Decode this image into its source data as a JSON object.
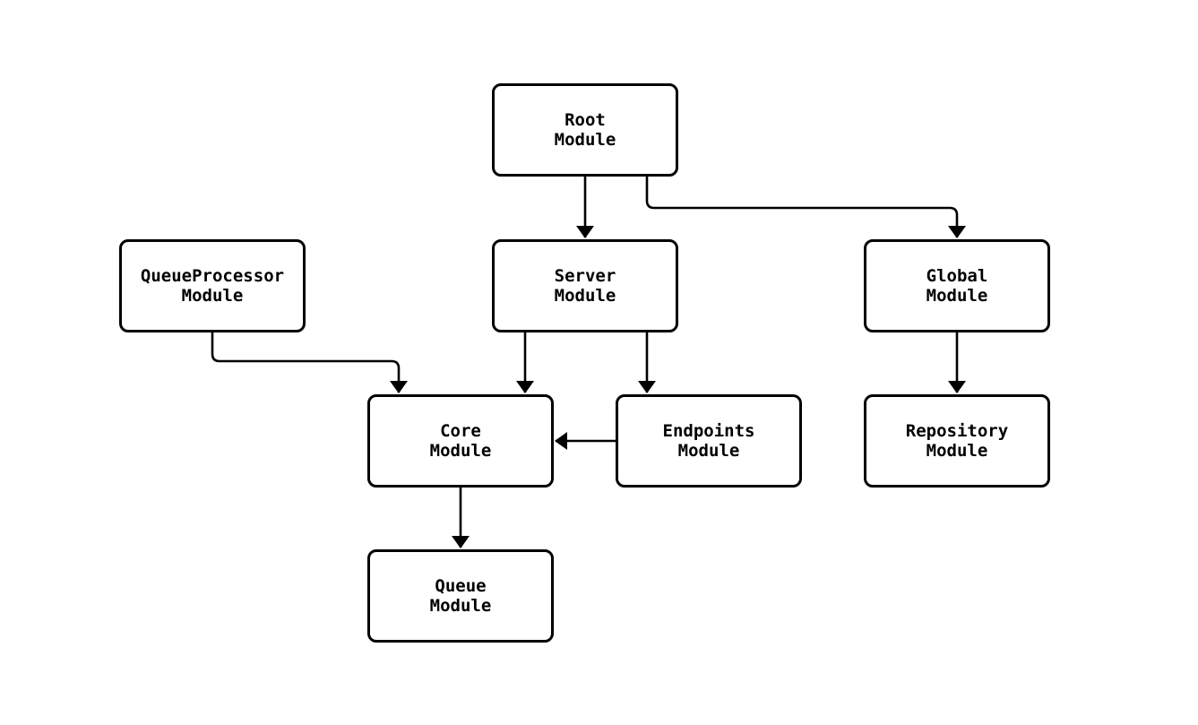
{
  "diagram": {
    "type": "module-dependency-flowchart",
    "nodes": [
      {
        "id": "root",
        "line1": "Root",
        "line2": "Module"
      },
      {
        "id": "queueprocessor",
        "line1": "QueueProcessor",
        "line2": "Module"
      },
      {
        "id": "server",
        "line1": "Server",
        "line2": "Module"
      },
      {
        "id": "global",
        "line1": "Global",
        "line2": "Module"
      },
      {
        "id": "core",
        "line1": "Core",
        "line2": "Module"
      },
      {
        "id": "endpoints",
        "line1": "Endpoints",
        "line2": "Module"
      },
      {
        "id": "repository",
        "line1": "Repository",
        "line2": "Module"
      },
      {
        "id": "queue",
        "line1": "Queue",
        "line2": "Module"
      }
    ],
    "edges": [
      {
        "from": "Root Module",
        "to": "Server Module"
      },
      {
        "from": "Root Module",
        "to": "Global Module"
      },
      {
        "from": "QueueProcessor Module",
        "to": "Core Module"
      },
      {
        "from": "Server Module",
        "to": "Core Module"
      },
      {
        "from": "Server Module",
        "to": "Endpoints Module"
      },
      {
        "from": "Endpoints Module",
        "to": "Core Module"
      },
      {
        "from": "Global Module",
        "to": "Repository Module"
      },
      {
        "from": "Core Module",
        "to": "Queue Module"
      }
    ],
    "colors": {
      "background": "#ffffff",
      "box_fill": "#ffffff",
      "box_border": "#000000",
      "line": "#000000",
      "text": "#000000"
    }
  }
}
